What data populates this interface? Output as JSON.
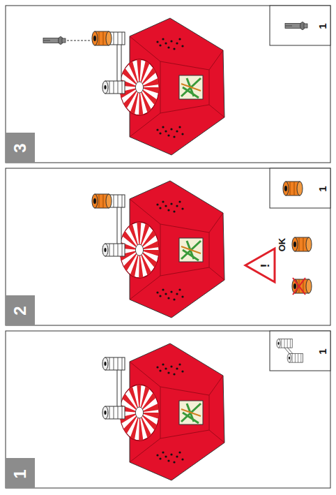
{
  "diagram": {
    "labels": [
      "1",
      "3",
      "1",
      "OK",
      "!",
      "2",
      "1",
      "1"
    ]
  }
}
